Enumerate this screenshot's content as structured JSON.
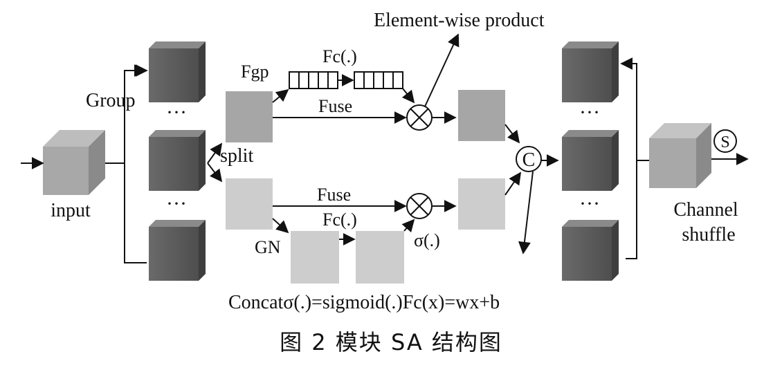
{
  "labels": {
    "input": "input",
    "group": "Group",
    "split": "split",
    "fgp": "Fgp",
    "fc_top": "Fc(.)",
    "fuse_top": "Fuse",
    "element_wise": "Element-wise product",
    "fuse_bottom": "Fuse",
    "fc_bottom": "Fc(.)",
    "gn": "GN",
    "sigma": "σ(.)",
    "channel_shuffle_1": "Channel",
    "channel_shuffle_2": "shuffle",
    "dots": "···",
    "concat_symbol": "C",
    "shuffle_symbol": "S",
    "multiply_symbol": "⊗",
    "legend_line": "Concatσ(.)=sigmoid(.)Fc(x)=wx+b"
  },
  "caption": "图 2   模块 SA 结构图",
  "colors": {
    "dark_block": "#5a5a5a",
    "mid_block": "#9a9a9a",
    "light_block": "#c8c8c8",
    "line": "#111111"
  }
}
